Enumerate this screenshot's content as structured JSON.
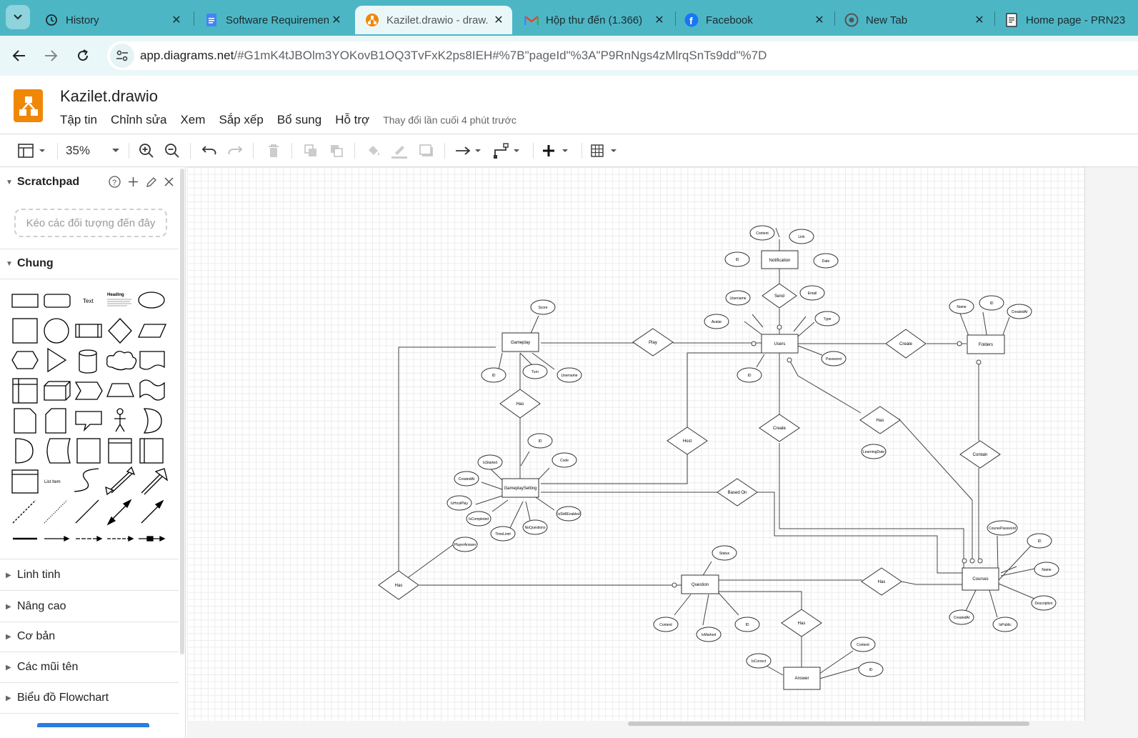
{
  "tabs": [
    {
      "title": "History",
      "icon": "history-icon"
    },
    {
      "title": "Software Requiremen",
      "icon": "google-docs-icon"
    },
    {
      "title": "Kazilet.drawio - draw.",
      "icon": "drawio-icon"
    },
    {
      "title": "Hộp thư đến (1.366)",
      "icon": "gmail-icon"
    },
    {
      "title": "Facebook",
      "icon": "facebook-icon"
    },
    {
      "title": "New Tab",
      "icon": "chrome-icon"
    },
    {
      "title": "Home page - PRN23",
      "icon": "page-icon"
    }
  ],
  "address": {
    "host": "app.diagrams.net",
    "path": "/#G1mK4tJBOlm3YOKovB1OQ3TvFxK2ps8IEH#%7B\"pageId\"%3A\"P9RnNgs4zMlrqSnTs9dd\"%7D"
  },
  "app": {
    "doc_title": "Kazilet.drawio",
    "menu": [
      "Tập tin",
      "Chỉnh sửa",
      "Xem",
      "Sắp xếp",
      "Bổ sung",
      "Hỗ trợ"
    ],
    "last_change": "Thay đổi lần cuối 4 phút trước"
  },
  "toolbar": {
    "zoom": "35%"
  },
  "sidebar": {
    "scratchpad_title": "Scratchpad",
    "scratchpad_placeholder": "Kéo các đối tượng đến đây",
    "general_title": "Chung",
    "shape_text": "Text",
    "shape_heading": "Heading",
    "shape_list_item": "List Item",
    "sections": [
      "Linh tinh",
      "Nâng cao",
      "Cơ bản",
      "Các mũi tên",
      "Biểu đồ Flowchart"
    ]
  },
  "diagram": {
    "entities": [
      "Notification",
      "Users",
      "Gameplay",
      "Folders",
      "GameplaySetting",
      "Question",
      "Courses",
      "Answer"
    ],
    "relations": [
      "Send",
      "Play",
      "Create",
      "Has",
      "Host",
      "Create",
      "Has",
      "Contain",
      "Based On",
      "Has",
      "Has",
      "Has"
    ],
    "attributes": [
      "Content",
      "Link",
      "ID",
      "Date",
      "Username",
      "Email",
      "Avatar",
      "Type",
      "Password",
      "ID",
      "Score",
      "ID",
      "Turn",
      "Username",
      "Name",
      "ID",
      "CreatedAt",
      "ID",
      "Code",
      "IsStarted",
      "CreatedAt",
      "IsHostPlay",
      "IsCompleted",
      "TimeLimit",
      "NoQuestions",
      "IsSkillEnabled",
      "PlayerAnswer",
      "LearningDate",
      "Status",
      "Content",
      "IsMarked",
      "ID",
      "CoursePassword",
      "ID",
      "Name",
      "Description",
      "CreatedAt",
      "IsPublic",
      "Content",
      "IsCorrect",
      "ID"
    ]
  }
}
